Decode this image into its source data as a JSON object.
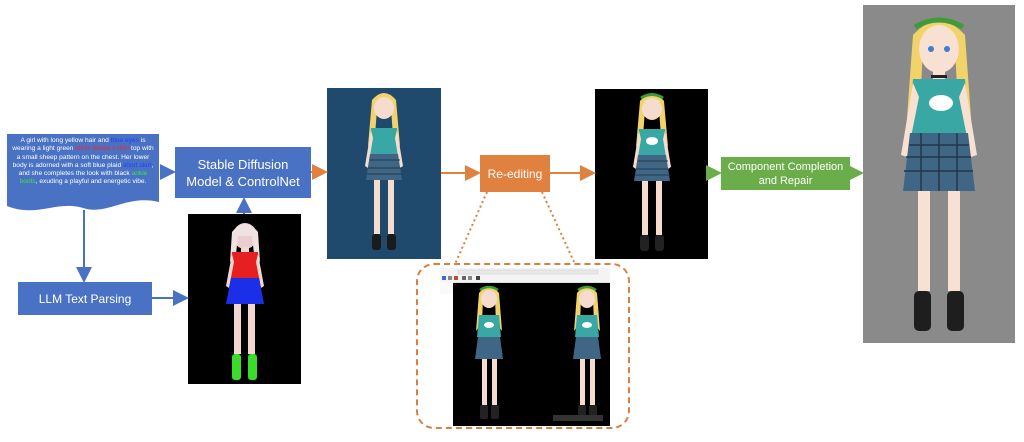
{
  "prompt": {
    "segments": [
      {
        "text": "A girl with long yellow hair and ",
        "style": ""
      },
      {
        "text": "blue eyes",
        "style": "hl-blue"
      },
      {
        "text": " is wearing a light green ",
        "style": ""
      },
      {
        "text": "short sleeve t-shirt",
        "style": "hl-red"
      },
      {
        "text": " top with a small sheep pattern on the chest. Her lower body is adorned with a soft blue plaid ",
        "style": ""
      },
      {
        "text": "short skirt",
        "style": "hl-blue"
      },
      {
        "text": ", and she completes the look with black ",
        "style": ""
      },
      {
        "text": "ankle boots",
        "style": "hl-green"
      },
      {
        "text": ", exuding a playful and energetic vibe.",
        "style": ""
      }
    ]
  },
  "boxes": {
    "stable_diffusion": "Stable Diffusion Model & ControlNet",
    "llm_parsing": "LLM Text Parsing",
    "re_editing": "Re-editing",
    "component_completion": "Component Completion and Repair"
  },
  "colors": {
    "blue_box": "#4a72c4",
    "orange_box": "#e0813f",
    "green_box": "#6aad4a",
    "blue_arrow": "#4a72c4",
    "orange_arrow": "#e0813f",
    "green_arrow": "#6aad4a"
  },
  "icons": {
    "condition_figure": "character-pose-icon",
    "generated_figure": "character-icon",
    "edited_figure": "character-icon",
    "final_figure": "character-icon"
  }
}
